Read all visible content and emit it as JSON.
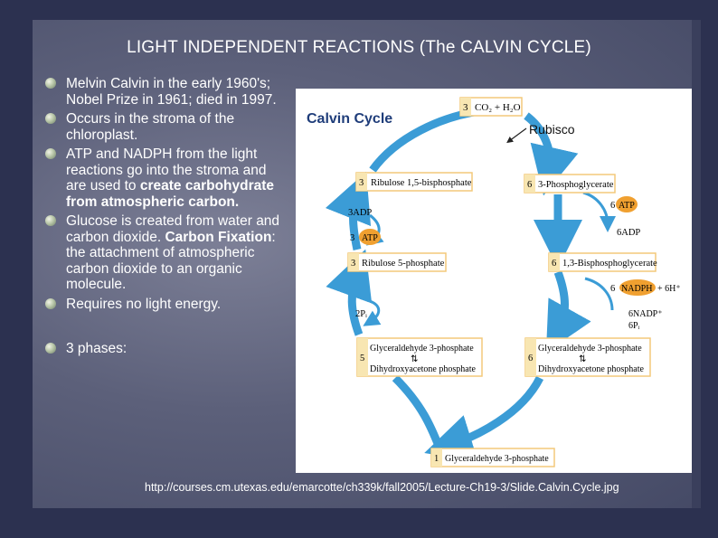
{
  "slide": {
    "title": "LIGHT INDEPENDENT REACTIONS (The CALVIN CYCLE)",
    "bullets": [
      "Melvin Calvin in the early 1960's; Nobel Prize in 1961; died in 1997.",
      "Occurs in the stroma of the chloroplast.",
      {
        "text": "ATP and NADPH from the light reactions go into the stroma and are used to ",
        "bold": "create carbohydrate from atmospheric carbon."
      },
      {
        "text": "Glucose is created from water and carbon dioxide. ",
        "bold": "Carbon Fixation",
        "rest": ": the attachment of atmospheric carbon dioxide to an organic molecule."
      },
      "Requires no light energy.",
      "3 phases:"
    ],
    "source_url": "http://courses.cm.utexas.edu/emarcotte/ch339k/fall2005/Lecture-Ch19-3/Slide.Calvin.Cycle.jpg"
  },
  "diagram": {
    "title": "Calvin Cycle",
    "rubisco": "Rubisco",
    "boxes": {
      "co2": {
        "n": "3",
        "label": "CO₂ + H₂O"
      },
      "rubp": {
        "n": "3",
        "label": "Ribulose 1,5-bisphosphate"
      },
      "pga": {
        "n": "6",
        "label": "3-Phosphoglycerate"
      },
      "atp6": {
        "n": "6",
        "label": "ATP"
      },
      "atp3": {
        "n": "3",
        "label": "ATP"
      },
      "r5p": {
        "n": "3",
        "label": "Ribulose 5-phosphate"
      },
      "bpg": {
        "n": "6",
        "label": "1,3-Bisphosphoglycerate"
      },
      "nadph": {
        "n": "6",
        "label": "NADPH",
        "extra": "+ 6H⁺"
      },
      "g3p_left": {
        "n": "5",
        "line1": "Glyceraldehyde 3-phosphate",
        "line2": "Dihydroxyacetone phosphate"
      },
      "g3p_right": {
        "n": "6",
        "line1": "Glyceraldehyde 3-phosphate",
        "line2": "Dihydroxyacetone phosphate"
      },
      "g3p_out": {
        "n": "1",
        "label": "Glyceraldehyde 3-phosphate"
      }
    },
    "side_labels": {
      "adp3": "3ADP",
      "adp6": "6ADP",
      "pi2": "2Pᵢ",
      "nadp6": "6NADP⁺",
      "pi6": "6Pᵢ"
    },
    "colors": {
      "arrow": "#3b9cd6",
      "atp": "#f0a030",
      "box_border": "#f3c97a",
      "num_bg": "#f8e6b2"
    }
  }
}
